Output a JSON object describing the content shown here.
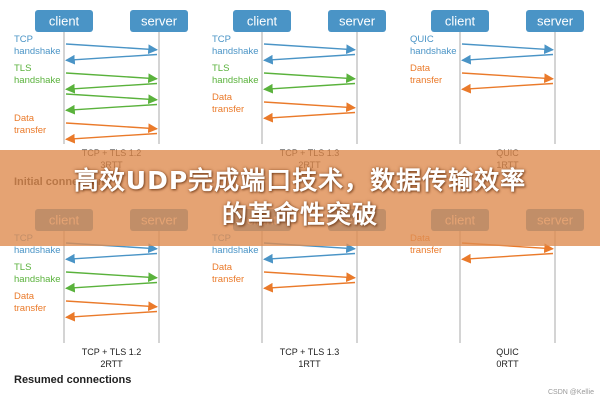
{
  "colors": {
    "box": "#4a94c6",
    "tcp": "#4a94c6",
    "tls": "#5ab23c",
    "data": "#ea7a2a",
    "banner": "#de8c50"
  },
  "overlay_title": {
    "line1": "高效UDP完成端口技术，数据传输效率",
    "line2": "的革命性突破"
  },
  "sections": [
    {
      "title": "Initial connections",
      "diagrams": [
        {
          "client_label": "client",
          "server_label": "server",
          "caption_proto": "TCP + TLS 1.2",
          "caption_rtt": "3RTT",
          "steps": [
            {
              "kind": "tcp",
              "label": [
                "TCP",
                "handshake"
              ],
              "arrows": 2
            },
            {
              "kind": "tls",
              "label": [
                "TLS",
                "handshake"
              ],
              "arrows": 4
            },
            {
              "kind": "data",
              "label": [
                "Data",
                "transfer"
              ],
              "arrows": 2
            }
          ]
        },
        {
          "client_label": "client",
          "server_label": "server",
          "caption_proto": "TCP + TLS 1.3",
          "caption_rtt": "2RTT",
          "steps": [
            {
              "kind": "tcp",
              "label": [
                "TCP",
                "handshake"
              ],
              "arrows": 2
            },
            {
              "kind": "tls",
              "label": [
                "TLS",
                "handshake"
              ],
              "arrows": 2
            },
            {
              "kind": "data",
              "label": [
                "Data",
                "transfer"
              ],
              "arrows": 2
            }
          ]
        },
        {
          "client_label": "client",
          "server_label": "server",
          "caption_proto": "QUIC",
          "caption_rtt": "1RTT",
          "steps": [
            {
              "kind": "tcp",
              "label": [
                "QUIC",
                "handshake"
              ],
              "arrows": 2
            },
            {
              "kind": "data",
              "label": [
                "Data",
                "transfer"
              ],
              "arrows": 2
            }
          ]
        }
      ]
    },
    {
      "title": "Resumed connections",
      "diagrams": [
        {
          "client_label": "client",
          "server_label": "server",
          "caption_proto": "TCP + TLS 1.2",
          "caption_rtt": "2RTT",
          "steps": [
            {
              "kind": "tcp",
              "label": [
                "TCP",
                "handshake"
              ],
              "arrows": 2
            },
            {
              "kind": "tls",
              "label": [
                "TLS",
                "handshake"
              ],
              "arrows": 2
            },
            {
              "kind": "data",
              "label": [
                "Data",
                "transfer"
              ],
              "arrows": 2
            }
          ]
        },
        {
          "client_label": "client",
          "server_label": "server",
          "caption_proto": "TCP + TLS 1.3",
          "caption_rtt": "1RTT",
          "steps": [
            {
              "kind": "tcp",
              "label": [
                "TCP",
                "handshake"
              ],
              "arrows": 2
            },
            {
              "kind": "data",
              "label": [
                "Data",
                "transfer"
              ],
              "arrows": 2
            }
          ]
        },
        {
          "client_label": "client",
          "server_label": "server",
          "caption_proto": "QUIC",
          "caption_rtt": "0RTT",
          "steps": [
            {
              "kind": "data",
              "label": [
                "Data",
                "transfer"
              ],
              "arrows": 2
            }
          ]
        }
      ]
    }
  ],
  "watermark": "CSDN @Kellie"
}
